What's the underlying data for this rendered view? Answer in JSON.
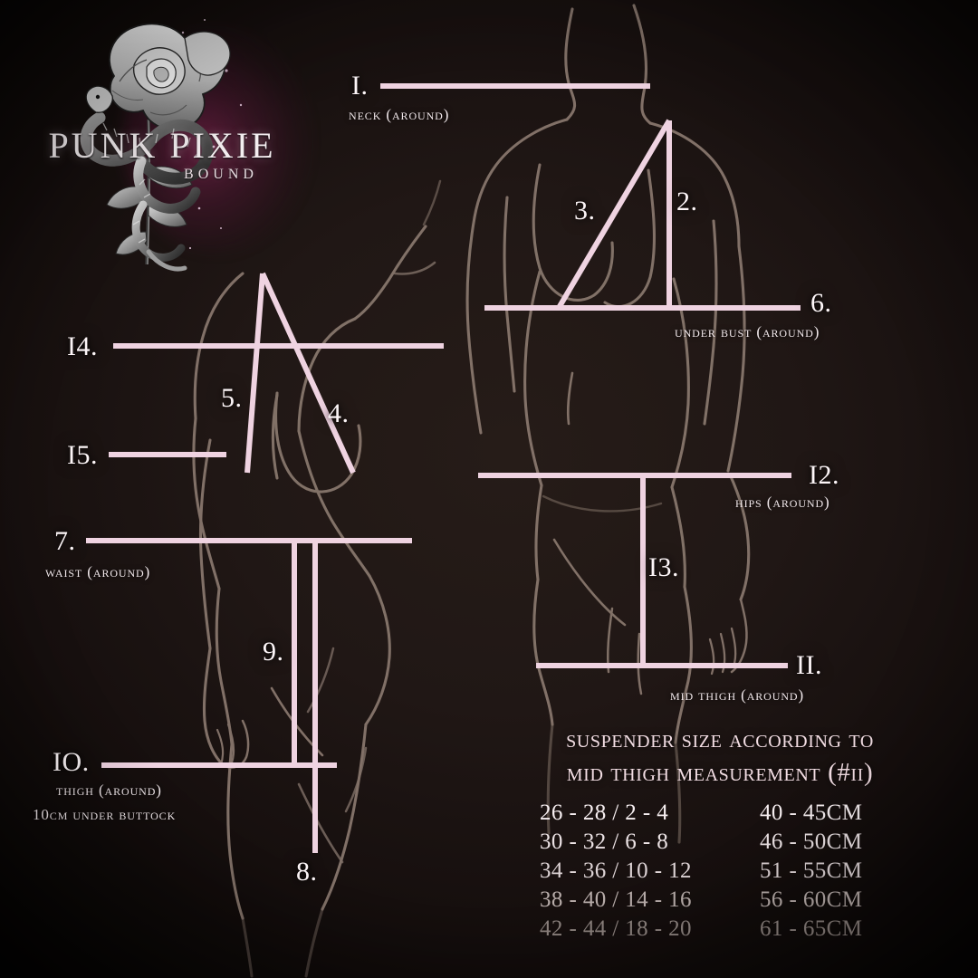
{
  "brand": {
    "name": "PUNK PIXIE",
    "sub": "BOUND",
    "logo_icon": "rose-and-snake-logo",
    "accent_pink": "#efd3e1",
    "background": "#201715"
  },
  "measurements": [
    {
      "num": "I.",
      "label": "NECK (AROUND)"
    },
    {
      "num": "2.",
      "label": ""
    },
    {
      "num": "3.",
      "label": ""
    },
    {
      "num": "4.",
      "label": ""
    },
    {
      "num": "5.",
      "label": ""
    },
    {
      "num": "6.",
      "label": "UNDER BUST (AROUND)"
    },
    {
      "num": "7.",
      "label": "WAIST (AROUND)"
    },
    {
      "num": "8.",
      "label": ""
    },
    {
      "num": "9.",
      "label": ""
    },
    {
      "num": "IO.",
      "label": "THIGH (AROUND)",
      "label2": "10CM UNDER BUTTOCK"
    },
    {
      "num": "II.",
      "label": "MID THIGH (AROUND)"
    },
    {
      "num": "I2.",
      "label": "HIPS (AROUND)"
    },
    {
      "num": "I3.",
      "label": ""
    },
    {
      "num": "I4.",
      "label": ""
    },
    {
      "num": "I5.",
      "label": ""
    }
  ],
  "labels": {
    "neck": "NECK (AROUND)",
    "under_bust": "UNDER BUST (AROUND)",
    "waist": "WAIST (AROUND)",
    "thigh_line1": "THIGH (AROUND)",
    "thigh_line2": "10CM UNDER BUTTOCK",
    "mid_thigh": "MID THIGH (AROUND)",
    "hips": "HIPS (AROUND)"
  },
  "numbers": {
    "n1": "I.",
    "n2": "2.",
    "n3": "3.",
    "n4": "4.",
    "n5": "5.",
    "n6": "6.",
    "n7": "7.",
    "n8": "8.",
    "n9": "9.",
    "n10": "IO.",
    "n11": "II.",
    "n12": "I2.",
    "n13": "I3.",
    "n14": "I4.",
    "n15": "I5."
  },
  "size_chart": {
    "title_line1": "SUSPENDER SIZE ACCORDING TO",
    "title_line2": "MID THIGH MEASUREMENT (#II)",
    "rows": [
      {
        "size": "26 - 28 / 2 - 4",
        "cm": "40 - 45CM",
        "color": "#f6eef0"
      },
      {
        "size": "30 - 32 / 6 - 8",
        "cm": "46 - 50CM",
        "color": "#ece3e5"
      },
      {
        "size": "34 - 36 / 10 - 12",
        "cm": "51 - 55CM",
        "color": "#ded4d6"
      },
      {
        "size": "38 - 40 / 14 - 16",
        "cm": "56 - 60CM",
        "color": "#b8adaa"
      },
      {
        "size": "42 - 44 / 18 - 20",
        "cm": "61 - 65CM",
        "color": "#8c827e"
      }
    ]
  }
}
